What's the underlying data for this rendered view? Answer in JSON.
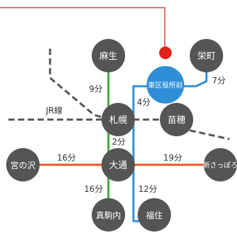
{
  "colors": {
    "background": "#ffffff",
    "station_fill": "#555555",
    "station_text": "#ffffff",
    "highlight_station": "#2f8fd6",
    "north_south_line": "#3aaa35",
    "east_west_line": "#e8531f",
    "toho_line": "#2f8fd6",
    "jr_line": "#555555",
    "pointer_line": "#d9201a",
    "pointer_dot": "#e0201a",
    "label_text": "#333333"
  },
  "stations": {
    "azabu": "麻生",
    "sakaemachi": "栄町",
    "higashiku": "東区役所前",
    "sapporo": "札幌",
    "naebo": "苗穂",
    "odori": "大通",
    "miyanosawa": "宮の沢",
    "shin_sapporo": "新さっぽろ",
    "makomanai": "真駒内",
    "fukuzumi": "福住"
  },
  "lines": {
    "jr_label": "JR線"
  },
  "times": {
    "azabu_sapporo": "9分",
    "sakaemachi_higashiku": "7分",
    "higashiku_sapporo": "4分",
    "sapporo_odori": "2分",
    "miyanosawa_odori": "16分",
    "odori_shin_sapporo": "19分",
    "odori_makomanai": "16分",
    "odori_fukuzumi": "12分"
  }
}
